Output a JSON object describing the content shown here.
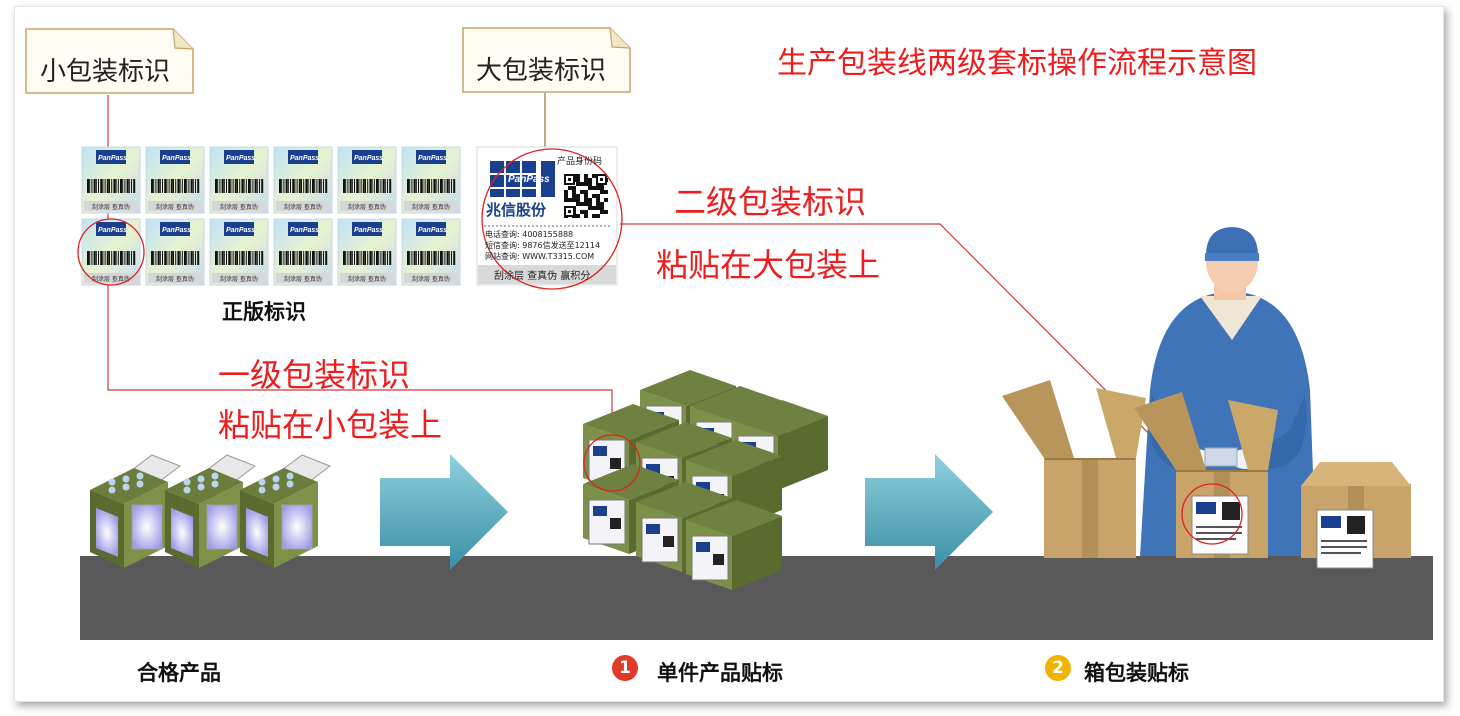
{
  "title": "生产包装线两级套标操作流程示意图",
  "callouts": {
    "small_label": "小包装标识",
    "big_label": "大包装标识"
  },
  "sheet_caption": "正版标识",
  "steps": {
    "level1_line1": "一级包装标识",
    "level1_line2": "粘贴在小包装上",
    "level2_line1": "二级包装标识",
    "level2_line2": "粘贴在大包装上"
  },
  "stages": {
    "qualified": "合格产品",
    "step1_num": "1",
    "step1": "单件产品贴标",
    "step2_num": "2",
    "step2": "箱包装贴标"
  },
  "small_sticker": {
    "brand": "PanPass",
    "strip": "刮涂层 查真伪"
  },
  "big_tag": {
    "brand": "PanPass",
    "header": "产品身份码",
    "company": "兆信股份",
    "phone": "电话查询: 4008155888",
    "sms": "短信查询: 9876信发送至12114",
    "web": "网站查询: WWW.T3315.COM",
    "footer": "刮涂层 查真伪 赢积分"
  },
  "colors": {
    "accent_red": "#ee1c1c",
    "belt": "#595959",
    "arrow": "#4aa3b8",
    "box_green": "#6b7d3c",
    "carton": "#c8a46a",
    "worker": "#3f74b8",
    "badge1": "#e03a2a",
    "badge2": "#f0b400"
  }
}
